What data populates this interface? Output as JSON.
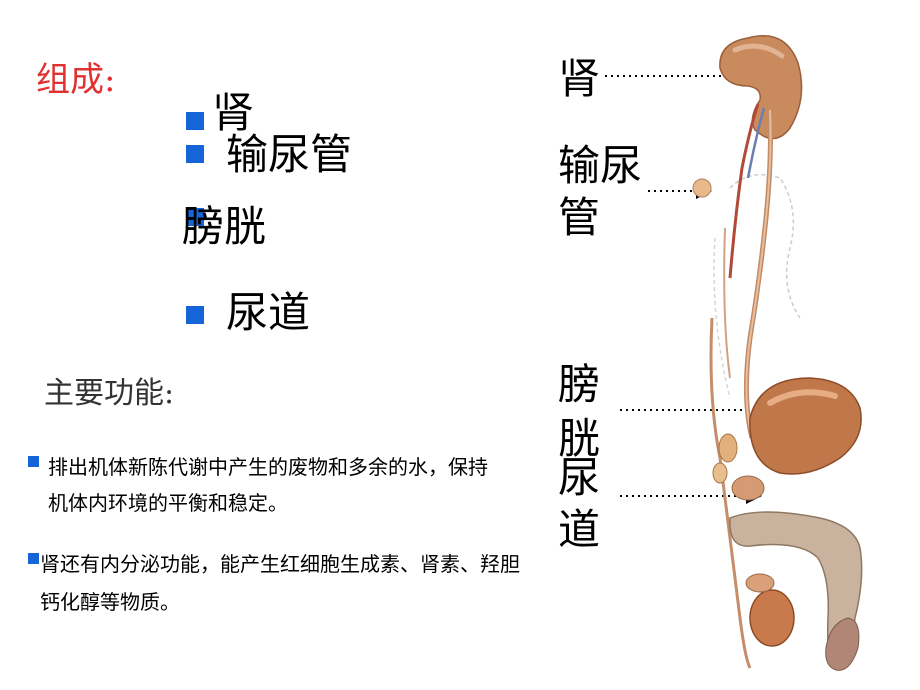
{
  "composition": {
    "title": "组成:",
    "items": [
      "肾",
      "输尿管",
      "膀胱",
      "尿道"
    ]
  },
  "functions": {
    "title": "主要功能:",
    "items": [
      "排出机体新陈代谢中产生的废物和多余的水，保持机体内环境的平衡和稳定。",
      "肾还有内分泌功能，能产生红细胞生成素、肾素、羟胆钙化醇等物质。"
    ]
  },
  "labels": {
    "kidney": "肾",
    "ureter": "输尿管",
    "bladder": "膀胱",
    "urethra": "尿道"
  },
  "colors": {
    "title_red": "#e03030",
    "bullet_blue": "#1565d8",
    "kidney": "#c98a5e",
    "bladder": "#c0784a"
  }
}
